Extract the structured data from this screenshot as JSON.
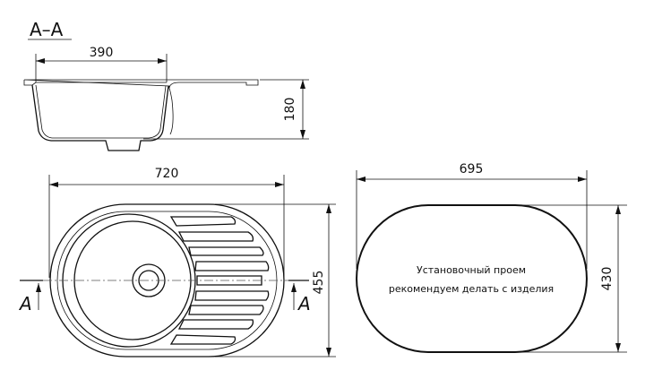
{
  "section": {
    "title": "A–A",
    "width_dim": "390",
    "depth_dim": "180"
  },
  "top_view": {
    "width_dim": "720",
    "height_dim": "455",
    "section_mark_left": "A",
    "section_mark_right": "A"
  },
  "cutout": {
    "width_dim": "695",
    "height_dim": "430",
    "note_line1": "Установочный проем",
    "note_line2": "рекомендуем делать с изделия"
  }
}
